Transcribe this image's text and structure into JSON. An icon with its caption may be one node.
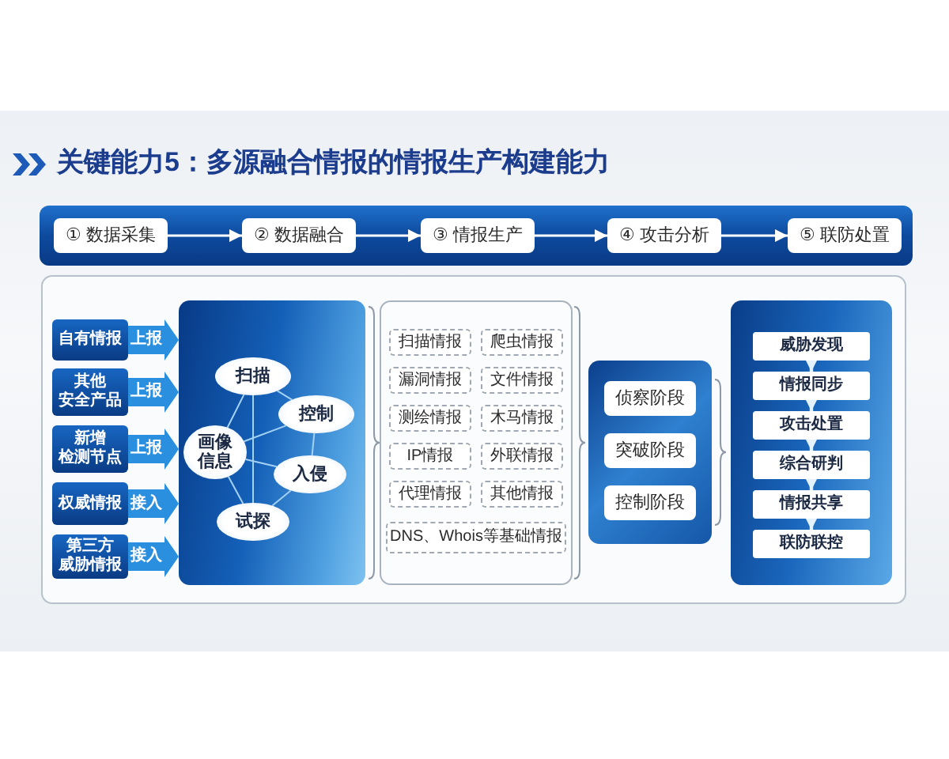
{
  "diagram": {
    "title": "关键能力5：多源融合情报的情报生产构建能力",
    "nodes": [
      {
        "text": [],
        "shape": "bar"
      },
      {
        "text": [
          "① 数据采集"
        ],
        "in": 0
      },
      {
        "text": [
          "② 数据融合"
        ],
        "in": 0
      },
      {
        "text": [
          "③ 情报生产"
        ],
        "in": 0
      },
      {
        "text": [
          "④ 攻击分析"
        ],
        "in": 0
      },
      {
        "text": [
          "⑤ 联防处置"
        ],
        "in": 0
      },
      {
        "text": [],
        "shape": "box"
      },
      {
        "text": [
          "自有情报"
        ],
        "in": 6
      },
      {
        "text": [
          "其他安全产品"
        ],
        "in": 6
      },
      {
        "text": [
          "新增检测节点"
        ],
        "in": 6
      },
      {
        "text": [
          "权威情报"
        ],
        "in": 6
      },
      {
        "text": [
          "第三方威胁情报"
        ],
        "in": 6
      },
      {
        "text": [],
        "shape": "box",
        "in": 6
      },
      {
        "text": [
          "扫描"
        ],
        "in": 12
      },
      {
        "text": [
          "控制"
        ],
        "in": 12
      },
      {
        "text": [
          "画像信息"
        ],
        "in": 12
      },
      {
        "text": [
          "入侵"
        ],
        "in": 12
      },
      {
        "text": [
          "试探"
        ],
        "in": 12
      },
      {
        "text": [],
        "shape": "box",
        "in": 6
      },
      {
        "text": [
          "扫描情报"
        ],
        "in": 18
      },
      {
        "text": [
          "爬虫情报"
        ],
        "in": 18
      },
      {
        "text": [
          "漏洞情报"
        ],
        "in": 18
      },
      {
        "text": [
          "文件情报"
        ],
        "in": 18
      },
      {
        "text": [
          "测绘情报"
        ],
        "in": 18
      },
      {
        "text": [
          "木马情报"
        ],
        "in": 18
      },
      {
        "text": [
          "IP情报"
        ],
        "in": 18
      },
      {
        "text": [
          "外联情报"
        ],
        "in": 18
      },
      {
        "text": [
          "代理情报"
        ],
        "in": 18
      },
      {
        "text": [
          "其他情报"
        ],
        "in": 18
      },
      {
        "text": [
          "DNS、Whois等基础情报"
        ],
        "in": 18
      },
      {
        "text": [],
        "shape": "box",
        "in": 6
      },
      {
        "text": [
          "侦察阶段"
        ],
        "in": 30
      },
      {
        "text": [
          "突破阶段"
        ],
        "in": 30
      },
      {
        "text": [
          "控制阶段"
        ],
        "in": 30
      },
      {
        "text": [],
        "shape": "box",
        "in": 6
      },
      {
        "text": [
          "威胁发现"
        ],
        "in": 34
      },
      {
        "text": [
          "情报同步"
        ],
        "in": 34
      },
      {
        "text": [
          "攻击处置"
        ],
        "in": 34
      },
      {
        "text": [
          "综合研判"
        ],
        "in": 34
      },
      {
        "text": [
          "情报共享"
        ],
        "in": 34
      },
      {
        "text": [
          "联防联控"
        ],
        "in": 34
      }
    ],
    "edges": [
      {
        "from": 1,
        "to": 2,
        "arrow": "to",
        "color": "#ffffff"
      },
      {
        "from": 2,
        "to": 3,
        "arrow": "to",
        "color": "#ffffff"
      },
      {
        "from": 3,
        "to": 4,
        "arrow": "to",
        "color": "#ffffff"
      },
      {
        "from": 4,
        "to": 5,
        "arrow": "to",
        "color": "#ffffff"
      },
      {
        "from": 7,
        "to": 12,
        "arrow": "to",
        "label": "上报",
        "style": "thick",
        "color": "#2b8fe0"
      },
      {
        "from": 8,
        "to": 12,
        "arrow": "to",
        "label": "上报",
        "style": "thick",
        "color": "#2b8fe0"
      },
      {
        "from": 9,
        "to": 12,
        "arrow": "to",
        "label": "上报",
        "style": "thick",
        "color": "#2b8fe0"
      },
      {
        "from": 10,
        "to": 12,
        "arrow": "to",
        "label": "接入",
        "style": "thick",
        "color": "#2b8fe0"
      },
      {
        "from": 11,
        "to": 12,
        "arrow": "to",
        "label": "接入",
        "style": "thick",
        "color": "#2b8fe0"
      },
      {
        "from": 13,
        "to": 14,
        "arrow": "none"
      },
      {
        "from": 13,
        "to": 15,
        "arrow": "none"
      },
      {
        "from": 13,
        "to": 17,
        "arrow": "none"
      },
      {
        "from": 15,
        "to": 14,
        "arrow": "none"
      },
      {
        "from": 15,
        "to": 16,
        "arrow": "none"
      },
      {
        "from": 15,
        "to": 17,
        "arrow": "none"
      },
      {
        "from": 14,
        "to": 16,
        "arrow": "none"
      },
      {
        "from": 16,
        "to": 17,
        "arrow": "none"
      },
      {
        "from": 35,
        "to": 36,
        "arrow": "to",
        "color": "#e4f2ff"
      },
      {
        "from": 36,
        "to": 37,
        "arrow": "to",
        "color": "#e4f2ff"
      },
      {
        "from": 37,
        "to": 38,
        "arrow": "to",
        "color": "#e4f2ff"
      },
      {
        "from": 38,
        "to": 39,
        "arrow": "to",
        "color": "#e4f2ff"
      },
      {
        "from": 39,
        "to": 40,
        "arrow": "to",
        "color": "#e4f2ff"
      }
    ]
  }
}
